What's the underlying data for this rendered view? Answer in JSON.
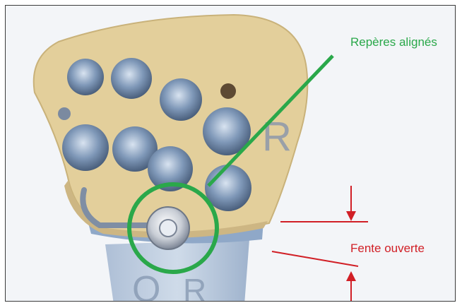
{
  "annotations": {
    "aligned_marks": "Repères alignés",
    "open_slot": "Fente ouverte"
  },
  "engraved_letters": {
    "plate_side": "R",
    "stem_left": "O",
    "stem_right": "R"
  },
  "colors": {
    "plate": "#e3cf9b",
    "metal": "#8aa4c4",
    "green_annotation": "#2aa84a",
    "red_annotation": "#d11f26"
  }
}
